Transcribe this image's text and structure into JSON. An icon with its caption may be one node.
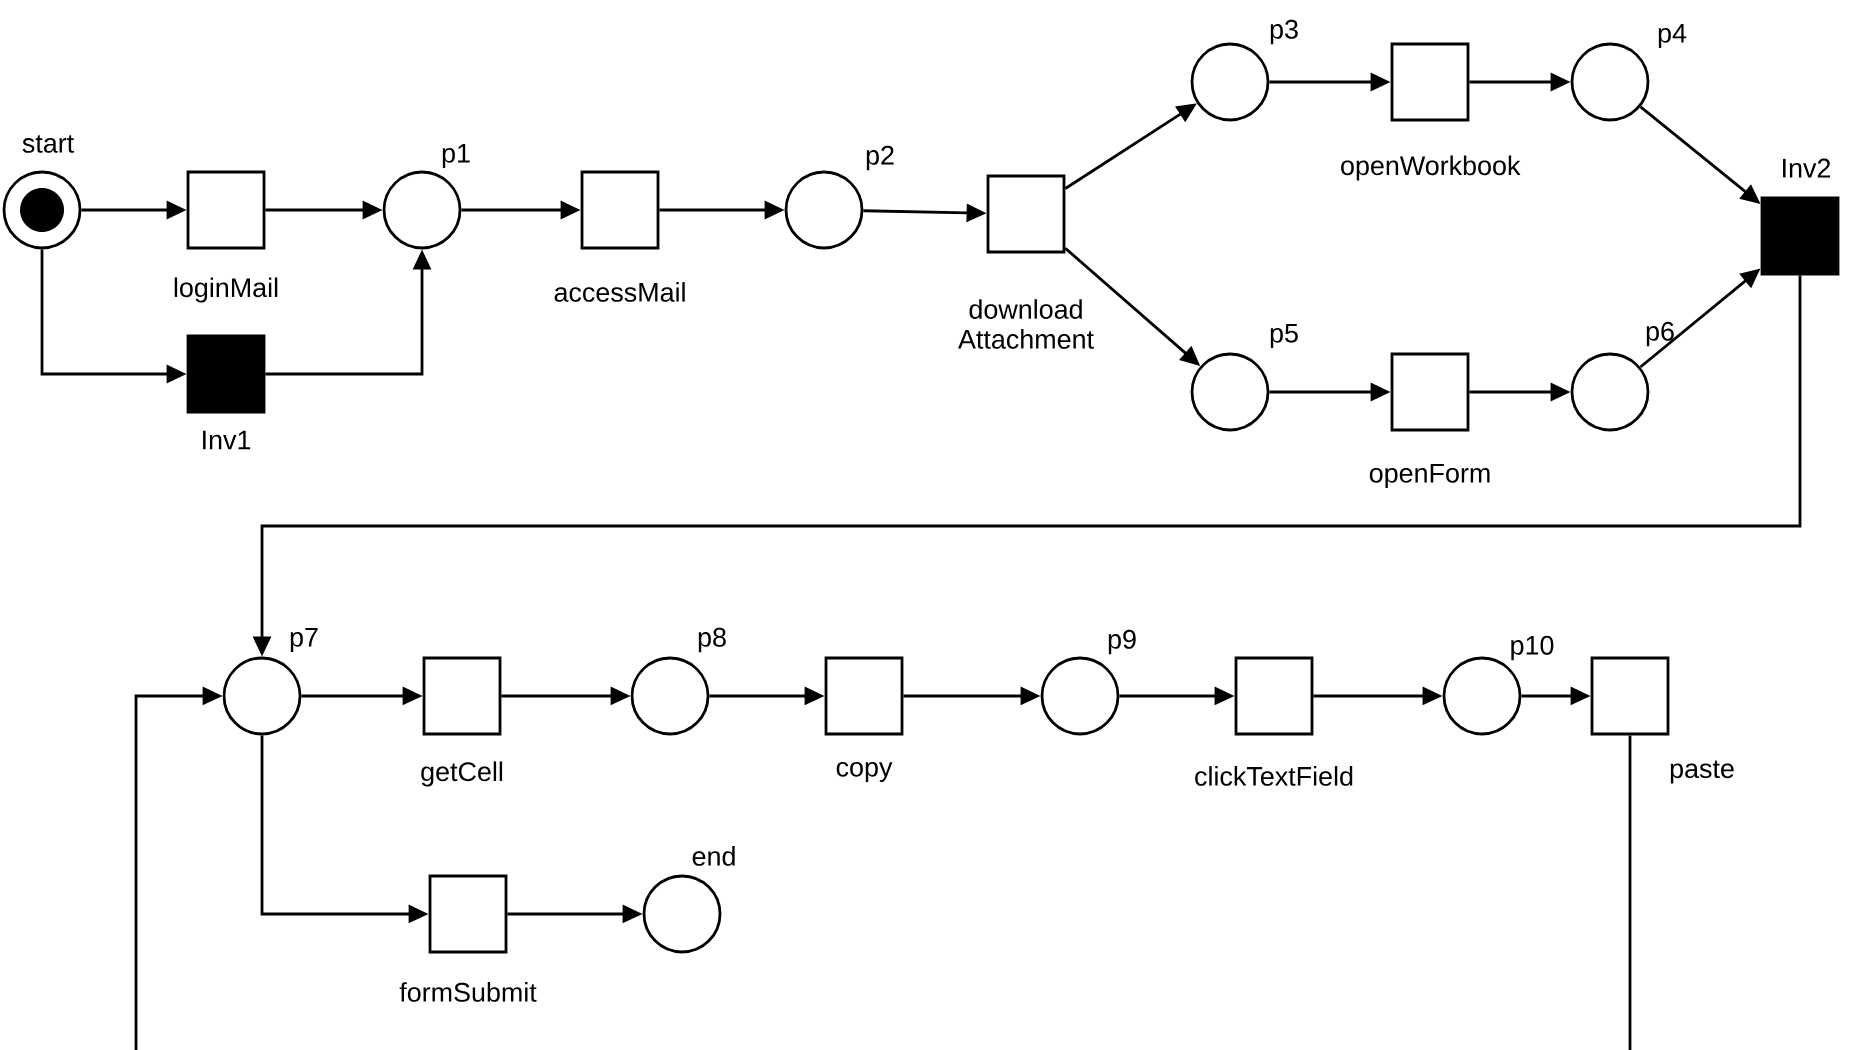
{
  "diagram": {
    "nodes": [
      {
        "text": [
          "start"
        ]
      },
      {
        "text": [
          "loginMail"
        ]
      },
      {
        "text": [
          "Inv1"
        ]
      },
      {
        "text": [
          "p1"
        ]
      },
      {
        "text": [
          "accessMail"
        ]
      },
      {
        "text": [
          "p2"
        ]
      },
      {
        "text": [
          "download Attachment"
        ]
      },
      {
        "text": [
          "p3"
        ]
      },
      {
        "text": [
          "openWorkbook"
        ]
      },
      {
        "text": [
          "p4"
        ]
      },
      {
        "text": [
          "p5"
        ]
      },
      {
        "text": [
          "openForm"
        ]
      },
      {
        "text": [
          "p6"
        ]
      },
      {
        "text": [
          "Inv2"
        ]
      },
      {
        "text": [
          "p7"
        ]
      },
      {
        "text": [
          "getCell"
        ]
      },
      {
        "text": [
          "p8"
        ]
      },
      {
        "text": [
          "copy"
        ]
      },
      {
        "text": [
          "p9"
        ]
      },
      {
        "text": [
          "clickTextField"
        ]
      },
      {
        "text": [
          "p10"
        ]
      },
      {
        "text": [
          "paste"
        ]
      },
      {
        "text": [
          "formSubmit"
        ]
      },
      {
        "text": [
          "end"
        ]
      }
    ],
    "edges": [
      {
        "from": 0,
        "to": 1,
        "arrow": "to"
      },
      {
        "from": 0,
        "to": 2,
        "arrow": "to"
      },
      {
        "from": 1,
        "to": 3,
        "arrow": "to"
      },
      {
        "from": 2,
        "to": 3,
        "arrow": "to"
      },
      {
        "from": 3,
        "to": 4,
        "arrow": "to"
      },
      {
        "from": 4,
        "to": 5,
        "arrow": "to"
      },
      {
        "from": 5,
        "to": 6,
        "arrow": "to"
      },
      {
        "from": 6,
        "to": 7,
        "arrow": "to"
      },
      {
        "from": 6,
        "to": 10,
        "arrow": "to"
      },
      {
        "from": 7,
        "to": 8,
        "arrow": "to"
      },
      {
        "from": 8,
        "to": 9,
        "arrow": "to"
      },
      {
        "from": 9,
        "to": 13,
        "arrow": "to"
      },
      {
        "from": 10,
        "to": 11,
        "arrow": "to"
      },
      {
        "from": 11,
        "to": 12,
        "arrow": "to"
      },
      {
        "from": 12,
        "to": 13,
        "arrow": "to"
      },
      {
        "from": 13,
        "to": 14,
        "arrow": "to"
      },
      {
        "from": 14,
        "to": 15,
        "arrow": "to"
      },
      {
        "from": 15,
        "to": 16,
        "arrow": "to"
      },
      {
        "from": 16,
        "to": 17,
        "arrow": "to"
      },
      {
        "from": 17,
        "to": 18,
        "arrow": "to"
      },
      {
        "from": 18,
        "to": 19,
        "arrow": "to"
      },
      {
        "from": 19,
        "to": 20,
        "arrow": "to"
      },
      {
        "from": 20,
        "to": 21,
        "arrow": "to"
      },
      {
        "from": 14,
        "to": 22,
        "arrow": "to"
      },
      {
        "from": 22,
        "to": 23,
        "arrow": "to"
      },
      {
        "from": 21,
        "to": 14,
        "arrow": "to"
      }
    ]
  }
}
